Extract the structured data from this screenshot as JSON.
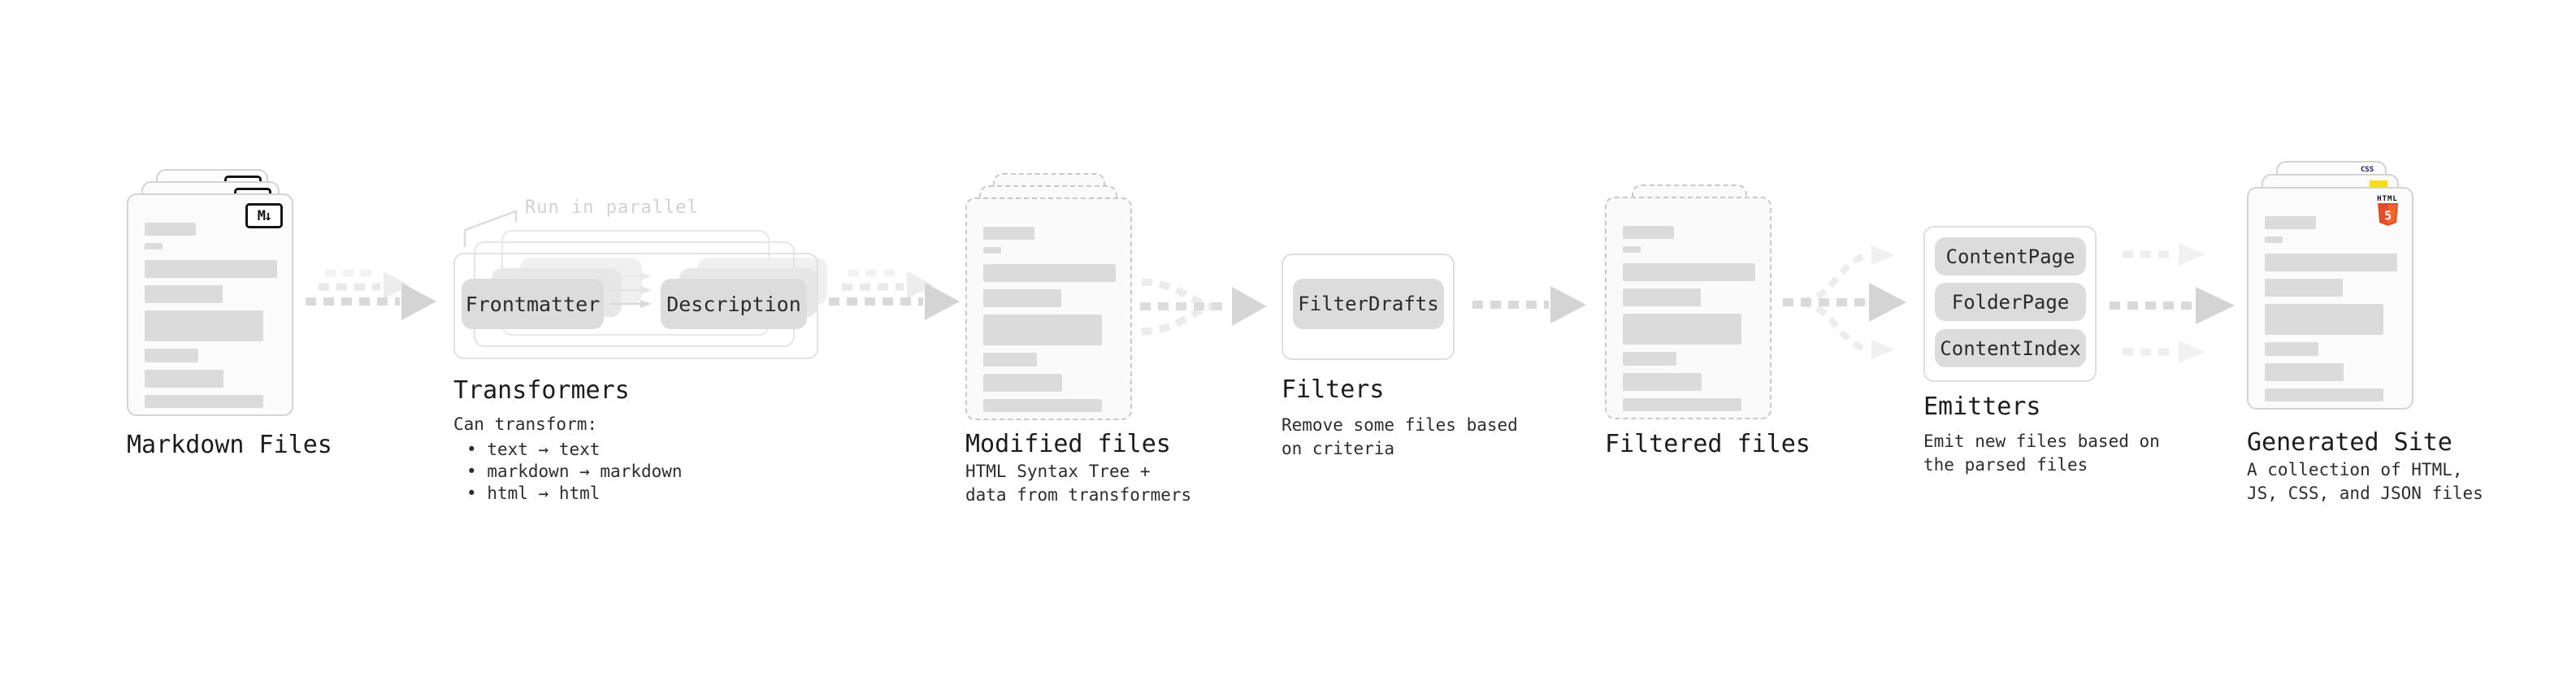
{
  "colors": {
    "html5_orange": "#e44d26",
    "html5_orange_light": "#f16529",
    "js_yellow": "#f5de19",
    "css_blue": "#2d53e5"
  },
  "sections": {
    "markdown": {
      "title": "Markdown Files",
      "badge": "M↓"
    },
    "transformers": {
      "title": "Transformers",
      "note": "Run in parallel",
      "pills": [
        "Frontmatter",
        "Description"
      ],
      "desc_heading": "Can transform:",
      "bullet_char": "•",
      "bullets": [
        "text → text",
        "markdown → markdown",
        "html → html"
      ]
    },
    "modified": {
      "title": "Modified files",
      "desc_line1": "HTML Syntax Tree +",
      "desc_line2": "data from transformers"
    },
    "filters": {
      "title": "Filters",
      "pill": "FilterDrafts",
      "desc_line1": "Remove some files based",
      "desc_line2": "on criteria"
    },
    "filtered": {
      "title": "Filtered files"
    },
    "emitters": {
      "title": "Emitters",
      "pills": [
        "ContentPage",
        "FolderPage",
        "ContentIndex"
      ],
      "desc_line1": "Emit new files based on",
      "desc_line2": "the parsed files"
    },
    "generated": {
      "title": "Generated Site",
      "desc_line1": "A collection of HTML,",
      "desc_line2": "JS, CSS, and JSON files",
      "badges": {
        "css": "CSS",
        "html_top": "HTML",
        "html_five": "5"
      }
    }
  }
}
